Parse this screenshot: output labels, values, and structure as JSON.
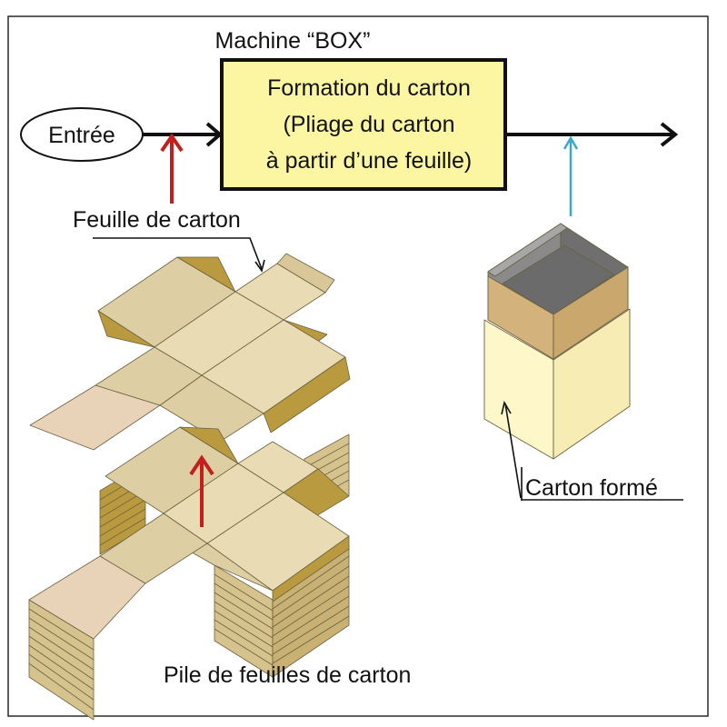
{
  "machine_label": "Machine “BOX”",
  "entry_label": "Entrée",
  "process": {
    "line1": "Formation du carton",
    "line2": "(Pliage du carton",
    "line3": "à partir d’une feuille)"
  },
  "sheet_label": "Feuille de carton",
  "formed_label": "Carton formé",
  "pile_label": "Pile de feuilles de carton",
  "colors": {
    "process_fill": "#fcf5a2",
    "arrow_red": "#c41e1e",
    "arrow_blue": "#3aa6d4",
    "cardboard_light": "#e9dcb4",
    "cardboard_mid": "#d9c79a",
    "cardboard_dark": "#b99a3e",
    "box_inside": "#7d7d7d",
    "box_face": "#fdf7c9"
  }
}
